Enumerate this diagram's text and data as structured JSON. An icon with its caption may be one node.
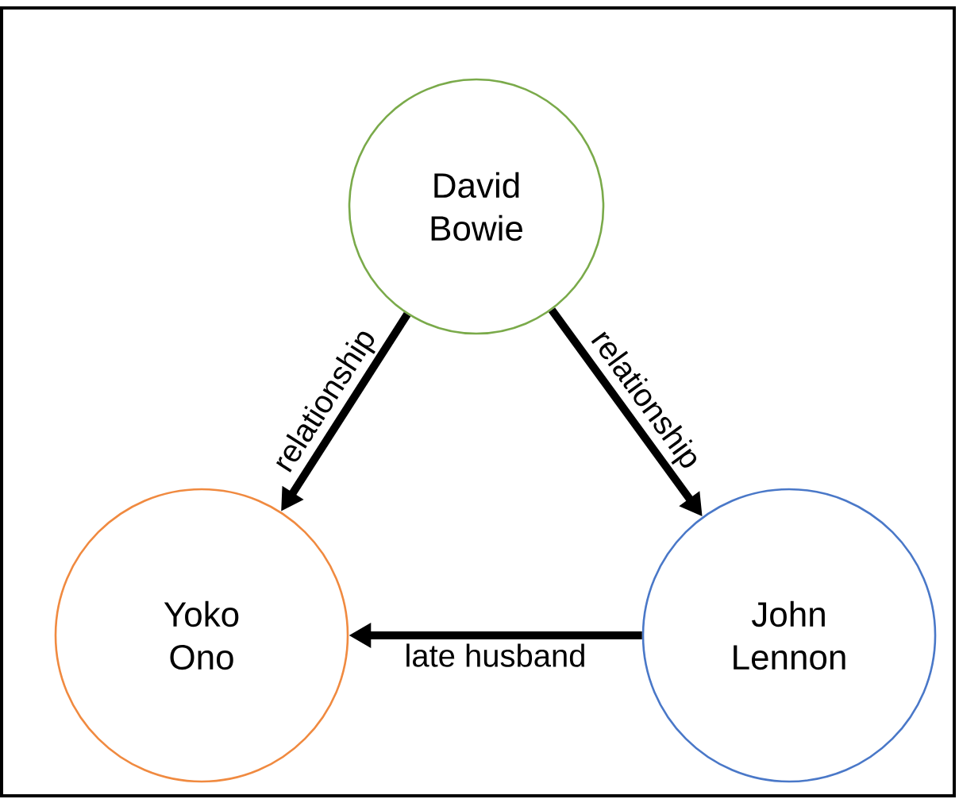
{
  "diagram": {
    "nodes": [
      {
        "text": [
          "David Bowie"
        ]
      },
      {
        "text": [
          "Yoko Ono"
        ]
      },
      {
        "text": [
          "John Lennon"
        ]
      }
    ],
    "edges": [
      {
        "from": 0,
        "to": 1,
        "arrow": "to",
        "label": "relationship"
      },
      {
        "from": 0,
        "to": 2,
        "arrow": "to",
        "label": "relationship"
      },
      {
        "from": 2,
        "to": 1,
        "arrow": "to",
        "label": "late husband"
      }
    ]
  }
}
